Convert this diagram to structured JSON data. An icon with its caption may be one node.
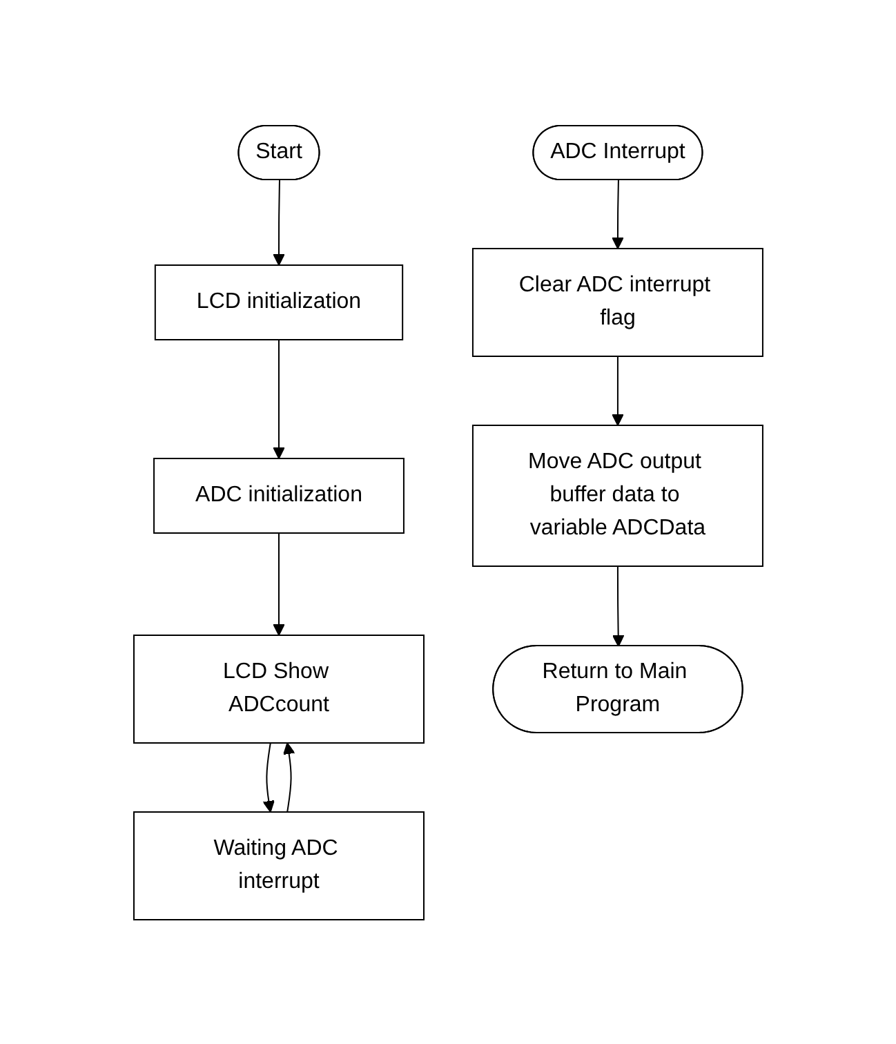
{
  "diagram": {
    "nodes": [
      {
        "text": [
          "Start"
        ]
      },
      {
        "text": [
          "LCD initialization"
        ]
      },
      {
        "text": [
          "ADC initialization"
        ]
      },
      {
        "text": [
          "LCD Show ADCcount"
        ]
      },
      {
        "text": [
          "Waiting ADC interrupt"
        ]
      },
      {
        "text": [
          "ADC Interrupt"
        ]
      },
      {
        "text": [
          "Clear ADC interrupt flag"
        ]
      },
      {
        "text": [
          "Move ADC output buffer data to variable ADCData"
        ]
      },
      {
        "text": [
          "Return to Main Program"
        ]
      }
    ],
    "edges": [
      {
        "from": 0,
        "to": 1,
        "arrow": "to"
      },
      {
        "from": 1,
        "to": 2,
        "arrow": "to"
      },
      {
        "from": 2,
        "to": 3,
        "arrow": "to"
      },
      {
        "from": 3,
        "to": 4,
        "arrow": "to"
      },
      {
        "from": 4,
        "to": 3,
        "arrow": "to"
      },
      {
        "from": 5,
        "to": 6,
        "arrow": "to"
      },
      {
        "from": 6,
        "to": 7,
        "arrow": "to"
      },
      {
        "from": 7,
        "to": 8,
        "arrow": "to"
      }
    ]
  }
}
